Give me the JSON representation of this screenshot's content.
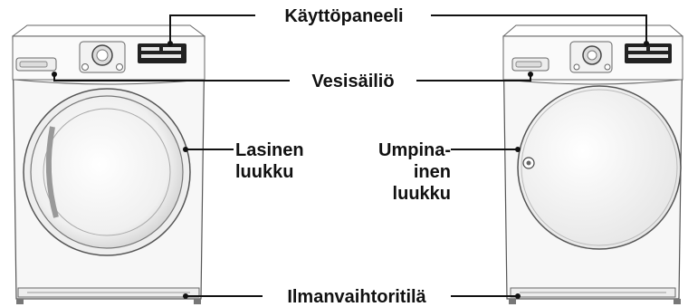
{
  "labels": {
    "control_panel": "Käyttöpaneeli",
    "water_tank": "Vesisäiliö",
    "glass_door_1": "Lasinen",
    "glass_door_2": "luukku",
    "solid_door_1": "Umpina-",
    "solid_door_2": "inen",
    "solid_door_3": "luukku",
    "air_grille": "Ilmanvaihtoritilä"
  },
  "colors": {
    "line": "#111111",
    "appliance_body": "#f7f7f7",
    "outline": "#555555"
  }
}
